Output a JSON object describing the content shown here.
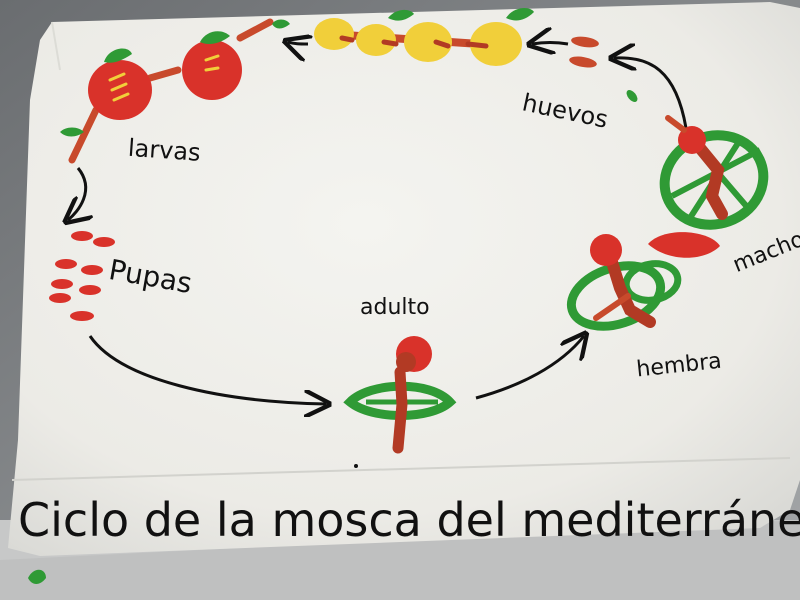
{
  "poster": {
    "title": "Ciclo de la mosca del mediterráneo",
    "stages": {
      "huevos": "huevos",
      "larvas": "larvas",
      "pupas": "Pupas",
      "adulto": "adulto",
      "macho": "macho",
      "hembra": "hembra"
    }
  },
  "colors": {
    "paper": "#f1f0ec",
    "clay_red": "#d9322a",
    "clay_yellow": "#f1cf3a",
    "clay_green": "#2f9a35",
    "clay_orange_red": "#c84a2c",
    "ink": "#111111"
  }
}
